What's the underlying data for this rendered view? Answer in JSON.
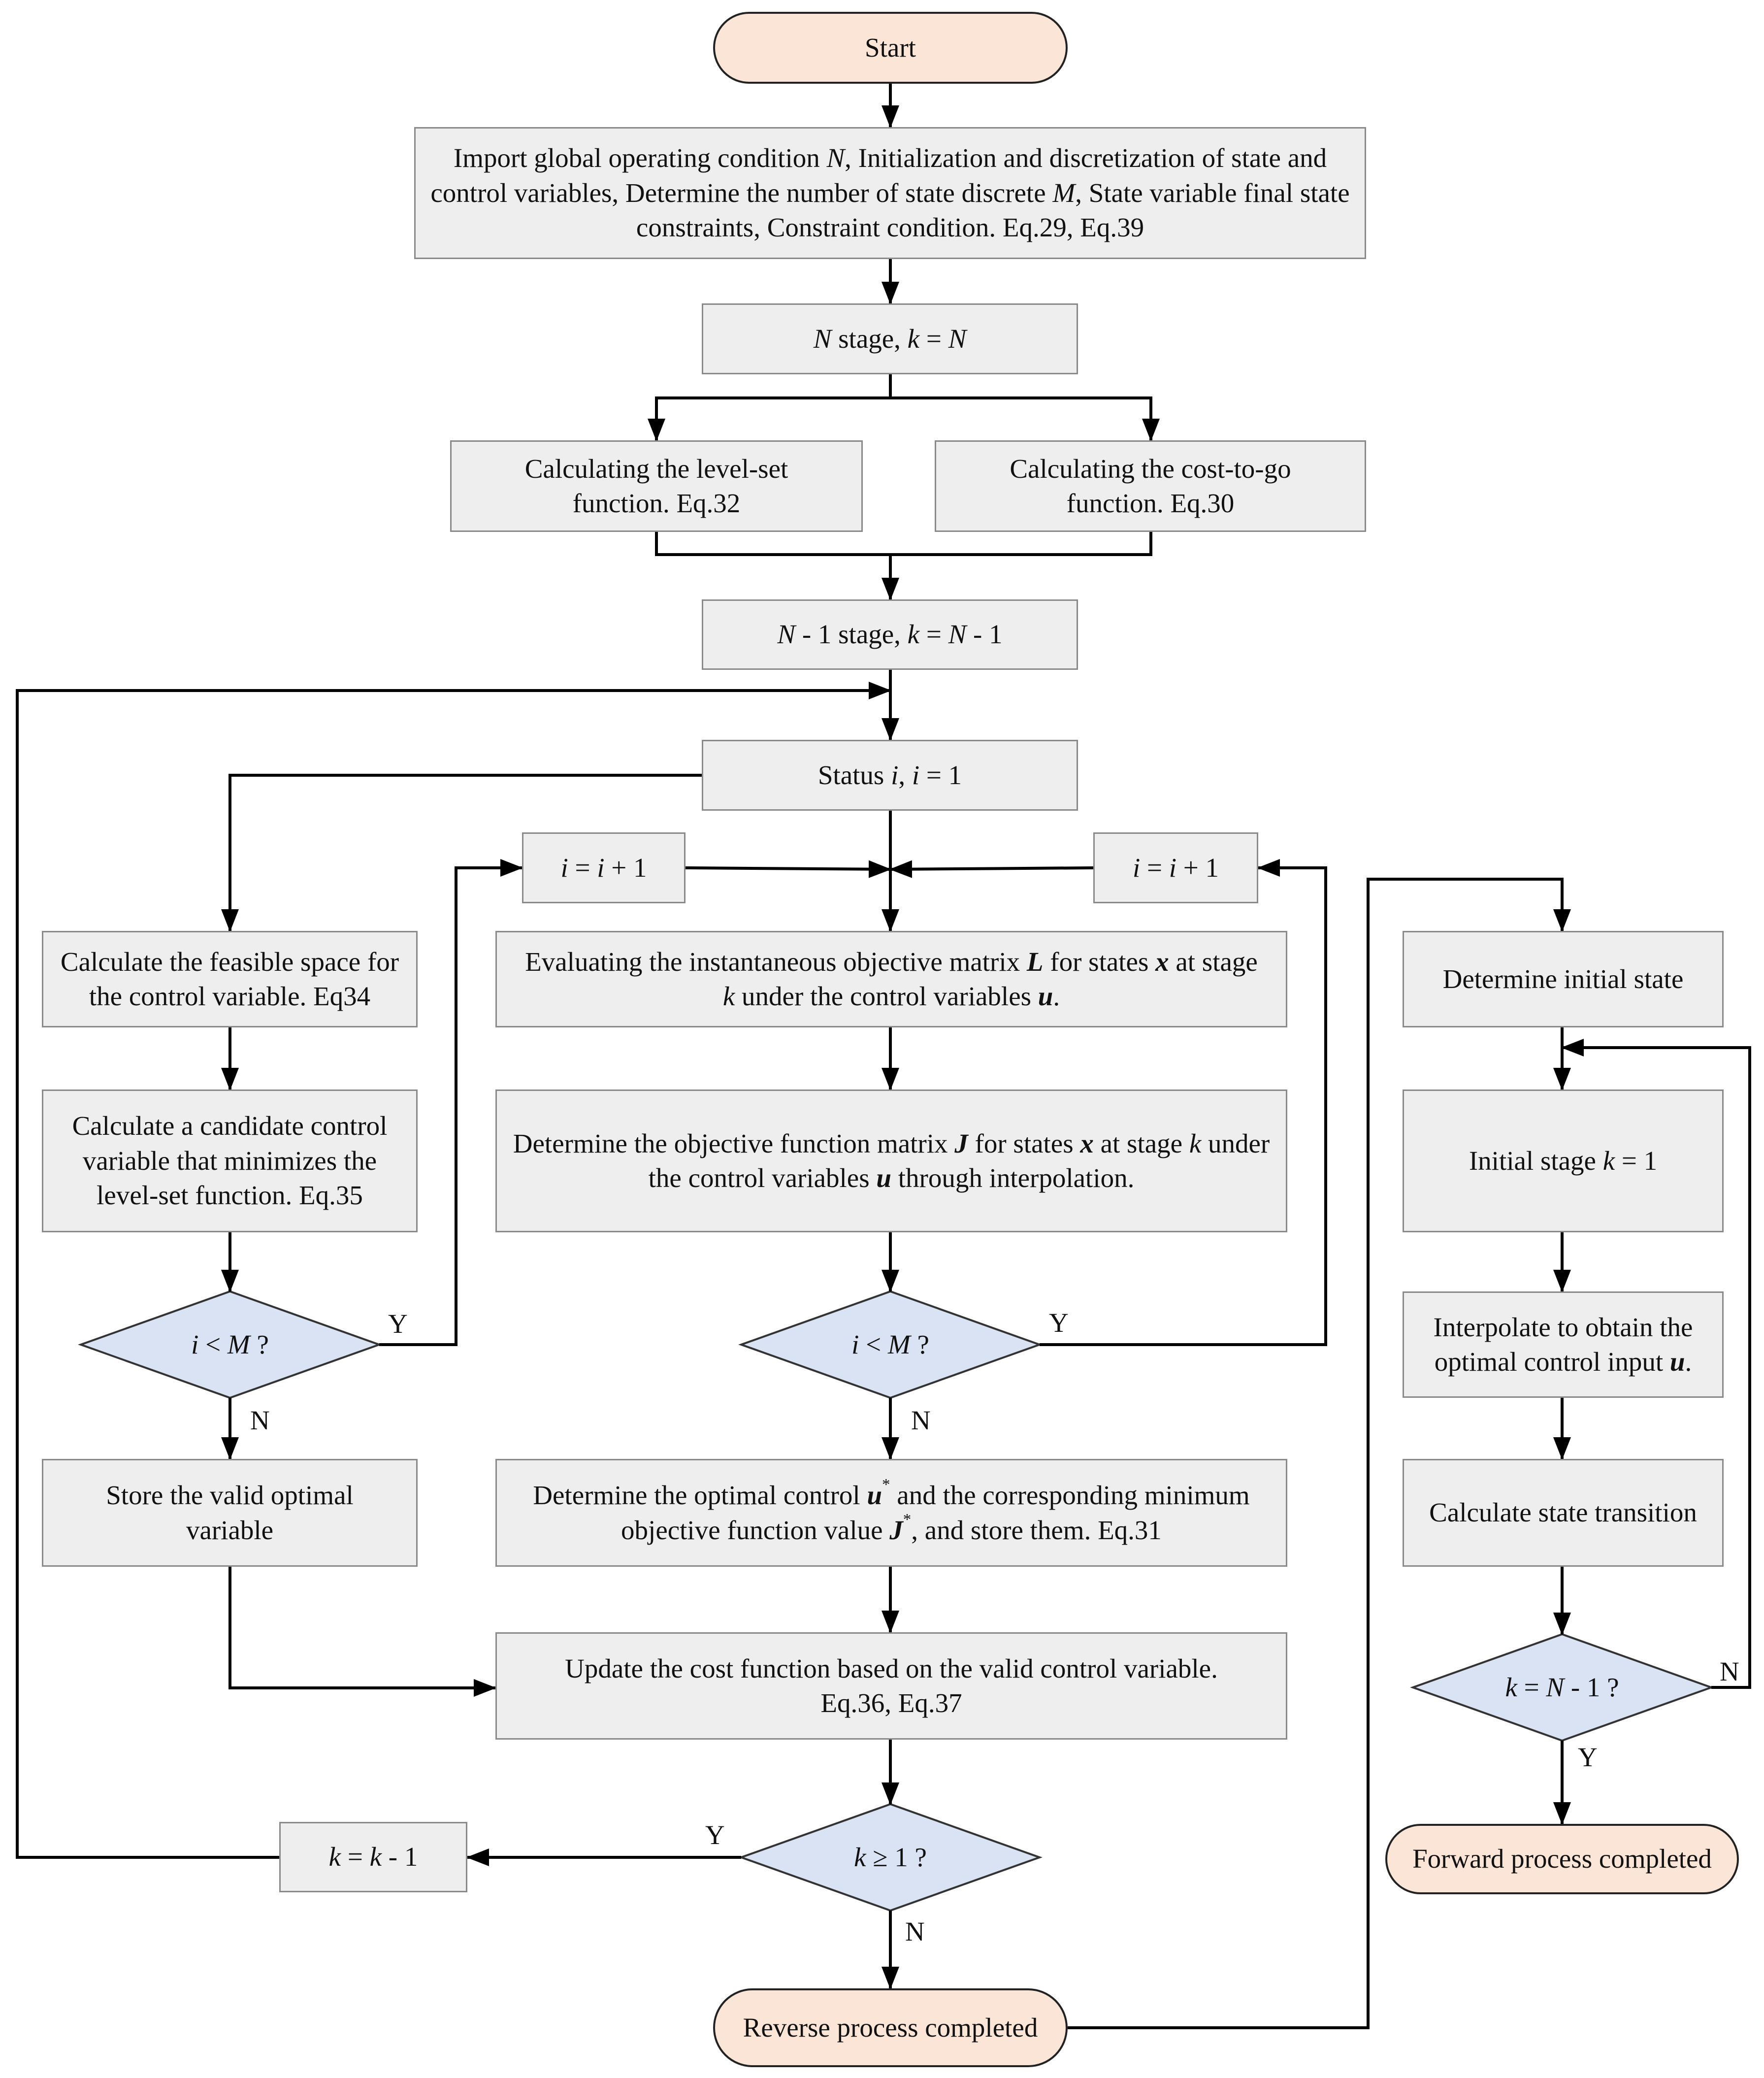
{
  "start": "Start",
  "import": {
    "p1": "Import global operating condition ",
    "N": "N",
    "p2": ", Initialization and discretization of state and control variables, Determine the number of state discrete ",
    "M": "M",
    "p3": ", State variable final state constraints, Constraint condition. Eq.29, Eq.39"
  },
  "stage_n": {
    "N": "N",
    "p1": " stage, ",
    "k": "k",
    "p2": " = ",
    "N2": "N"
  },
  "level_set": "Calculating the level-set function. Eq.32",
  "cost_to_go": "Calculating the cost-to-go function. Eq.30",
  "stage_n1": {
    "N": "N",
    "p1": " - 1 stage, ",
    "k": "k",
    "p2": " = ",
    "N2": "N",
    "p3": " - 1"
  },
  "status": {
    "p1": "Status ",
    "i": "i",
    "p2": ", ",
    "i2": "i",
    "p3": " = 1"
  },
  "inc_left": {
    "i": "i",
    "p1": " = ",
    "i2": "i",
    "p2": " + 1"
  },
  "inc_right": {
    "i": "i",
    "p1": " = ",
    "i2": "i",
    "p2": " + 1"
  },
  "feasible": "Calculate the feasible space for the control variable. Eq34",
  "candidate": "Calculate a candidate control variable that minimizes the level-set function. Eq.35",
  "cond_left": {
    "i": "i",
    "lt": " < ",
    "M": "M",
    "q": "  ?"
  },
  "store_valid": "Store the valid optimal variable",
  "evaluate": {
    "p1": "Evaluating the instantaneous objective matrix ",
    "L": "L",
    "p2": " for states ",
    "x": "x",
    "p3": " at stage ",
    "k": "k",
    "p4": " under the control variables ",
    "u": "u",
    "p5": "."
  },
  "objective": {
    "p1": "Determine the objective function matrix ",
    "J": "J",
    "p2": " for states ",
    "x": "x",
    "p3": " at stage ",
    "k": "k",
    "p4": " under the control variables ",
    "u": "u",
    "p5": " through interpolation."
  },
  "cond_mid": {
    "i": "i",
    "lt": " < ",
    "M": "M",
    "q": "  ?"
  },
  "optimal": {
    "p1": "Determine the optimal control ",
    "u": "u",
    "s1": "*",
    "p2": " and the corresponding minimum objective function value ",
    "J": "J",
    "s2": "*",
    "p3": ", and store them. Eq.31"
  },
  "update": "Update the cost function based on the valid control variable. Eq.36, Eq.37",
  "cond_k": {
    "k": "k",
    "ge": " ≥ 1  ?"
  },
  "dec_k": {
    "k": "k",
    "p1": " = ",
    "k2": "k",
    "p2": " - 1"
  },
  "reverse_done": "Reverse process completed",
  "init_state": "Determine initial state",
  "init_stage": {
    "p1": "Initial stage ",
    "k": "k",
    "p2": " = 1"
  },
  "interpolate": {
    "p1": "Interpolate to obtain the optimal control input ",
    "u": "u",
    "p2": "."
  },
  "transition": "Calculate state transition",
  "cond_final": {
    "k": "k",
    "eq": " = ",
    "N": "N",
    "q": " - 1  ?"
  },
  "forward_done": "Forward process completed",
  "labels": {
    "y1": "Y",
    "n1": "N",
    "y2": "Y",
    "n2": "N",
    "y3": "Y",
    "n3": "N",
    "n4": "N",
    "y4": "Y"
  },
  "colors": {
    "process": "#eeeeee",
    "terminal": "#fbe5d6",
    "decision": "#dae3f3",
    "line": "#000000"
  }
}
